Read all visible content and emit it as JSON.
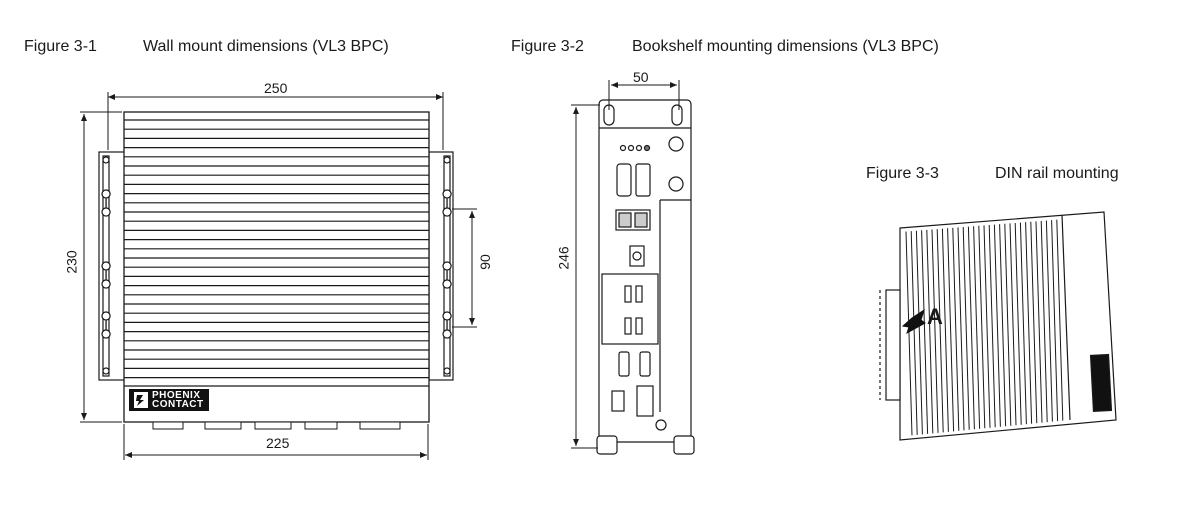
{
  "figures": [
    {
      "number": "Figure 3-1",
      "title": "Wall mount dimensions (VL3 BPC)"
    },
    {
      "number": "Figure 3-2",
      "title": "Bookshelf mounting dimensions (VL3 BPC)"
    },
    {
      "number": "Figure 3-3",
      "title": "DIN rail mounting"
    }
  ],
  "fig1": {
    "width_total": "250",
    "height_total": "230",
    "hole_spacing": "90",
    "base_width": "225"
  },
  "fig2": {
    "width": "50",
    "height": "246"
  },
  "fig3": {
    "callout": "A"
  },
  "logo": {
    "line1": "PHOENIX",
    "line2": "CONTACT"
  },
  "colors": {
    "line": "#1a1a1a",
    "fin_fill": "#ffffff",
    "logo_bg": "#111111"
  }
}
